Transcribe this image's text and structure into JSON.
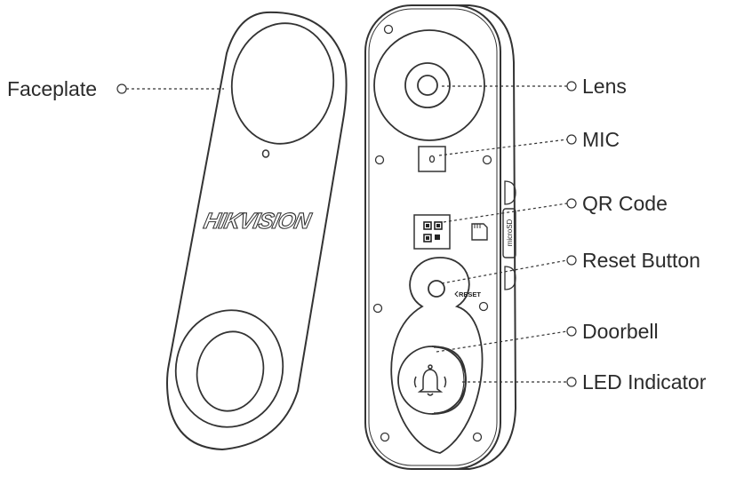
{
  "diagram": {
    "brand_logo": "HIKVISION",
    "reset_marker": "RESET",
    "slot_label": "microSD",
    "callouts": [
      {
        "id": "faceplate",
        "label": "Faceplate"
      },
      {
        "id": "lens",
        "label": "Lens"
      },
      {
        "id": "mic",
        "label": "MIC"
      },
      {
        "id": "qr-code",
        "label": "QR Code"
      },
      {
        "id": "reset-button",
        "label": "Reset Button"
      },
      {
        "id": "doorbell",
        "label": "Doorbell"
      },
      {
        "id": "led-indicator",
        "label": "LED Indicator"
      }
    ]
  }
}
